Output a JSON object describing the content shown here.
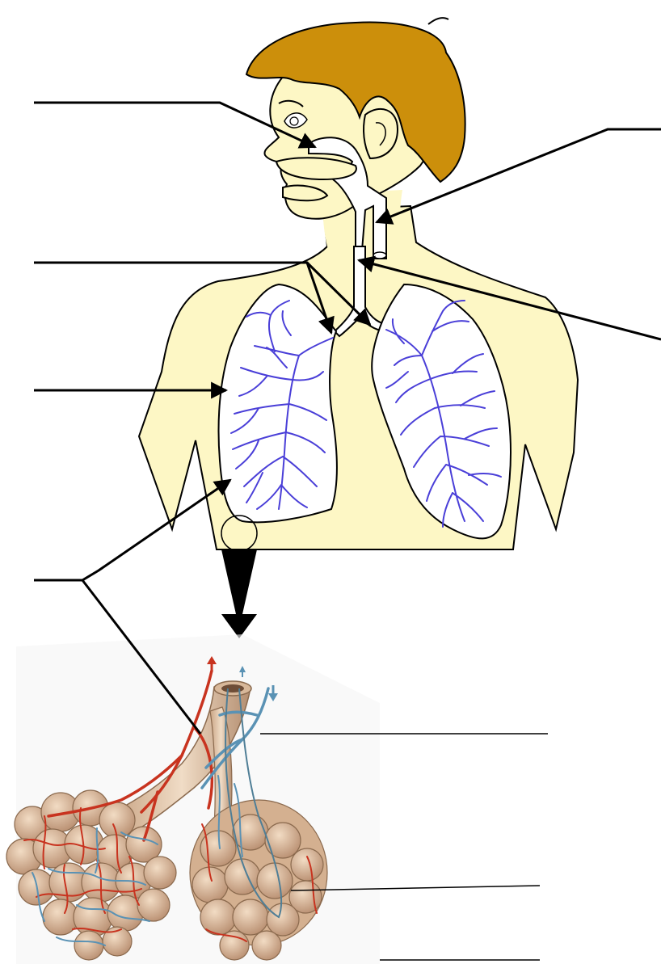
{
  "diagram": {
    "title": "",
    "labels": [
      {
        "id": "label-line-nasal-cavity",
        "text": ""
      },
      {
        "id": "label-line-pharynx",
        "text": ""
      },
      {
        "id": "label-line-bronchi",
        "text": ""
      },
      {
        "id": "label-line-trachea",
        "text": ""
      },
      {
        "id": "label-line-lung",
        "text": ""
      },
      {
        "id": "label-line-bronchiole",
        "text": ""
      },
      {
        "id": "label-line-capillary",
        "text": ""
      },
      {
        "id": "label-line-alveoli",
        "text": ""
      },
      {
        "id": "label-line-extra",
        "text": ""
      }
    ],
    "colors": {
      "skin": "#fdf7c5",
      "hair": "#cc8f0b",
      "bronchial_tree": "#4a3fd8",
      "outline": "#000000",
      "airway_tissue": "#e3c6a9",
      "artery": "#c8331f",
      "vein": "#5a92b4"
    }
  }
}
